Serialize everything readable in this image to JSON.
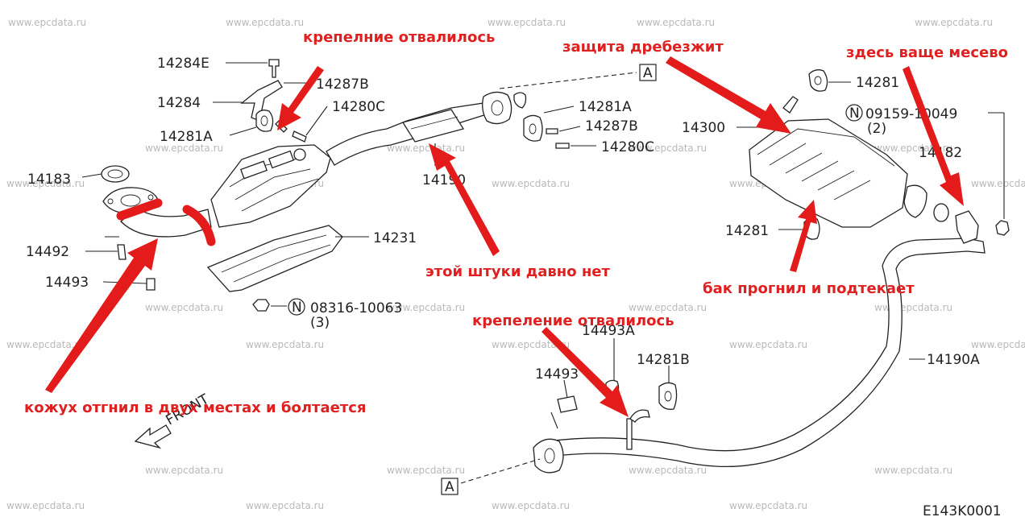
{
  "watermark": "www.epcdata.ru",
  "figure_code": "E143K0001",
  "parts": {
    "p14284E": "14284E",
    "p14287B_a": "14287B",
    "p14284": "14284",
    "p14280C_a": "14280C",
    "p14281A_a": "14281A",
    "p14183": "14183",
    "p14492": "14492",
    "p14493_a": "14493",
    "p14231": "14231",
    "p08316": "08316-10063",
    "p08316_qty": "(3)",
    "p14190": "14190",
    "p14281A_b": "14281A",
    "p14287B_b": "14287B",
    "p14280C_b": "14280C",
    "p14300": "14300",
    "p14281_a": "14281",
    "p09159": "09159-10049",
    "p09159_qty": "(2)",
    "p14182": "14182",
    "p14281_b": "14281",
    "p14493A": "14493A",
    "p14493_b": "14493",
    "p14281B": "14281B",
    "p14190A": "14190A",
    "nut_symbol": "N",
    "ref_a1": "A",
    "ref_a2": "A",
    "front": "FRONT"
  },
  "annotations": {
    "mount_fell_off_top": "крепелние отвалилось",
    "shield_rattles": "защита дребезжит",
    "mess_here": "здесь ваще месево",
    "part_missing": "этой штуки давно нет",
    "tank_rotten": "бак прогнил и подтекает",
    "mount_fell_off_bottom": "крепеление отвалилось",
    "cover_rotten": "кожух отгнил в двух местах и болтается"
  },
  "colors": {
    "annotation": "#e02020",
    "watermark": "#b9b9b9",
    "lines": "#222222"
  }
}
